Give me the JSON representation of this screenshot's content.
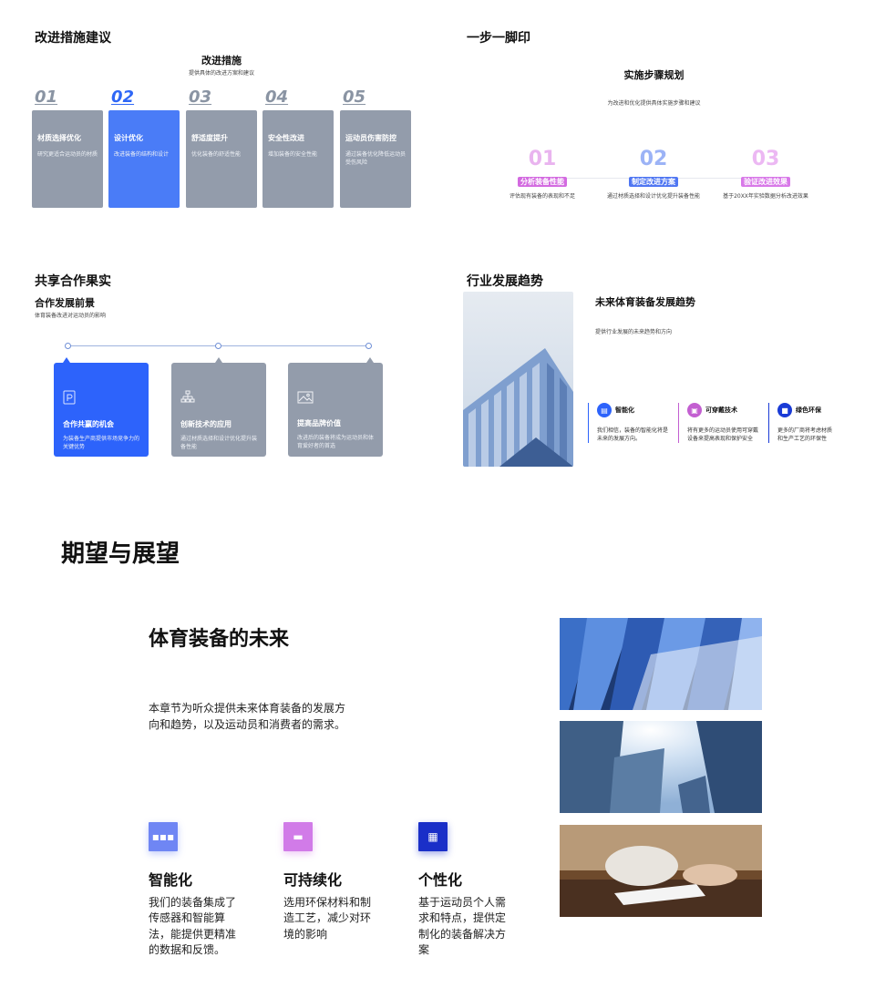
{
  "section1": {
    "title": "改进措施建议",
    "subtitle": "改进措施",
    "caption": "提供具体的改进方案和建议",
    "steps": [
      {
        "num": "01",
        "title": "材质选择优化",
        "desc": "研究更适合运动员的材质"
      },
      {
        "num": "02",
        "title": "设计优化",
        "desc": "改进装备的结构和设计"
      },
      {
        "num": "03",
        "title": "舒适度提升",
        "desc": "优化装备的舒适性能"
      },
      {
        "num": "04",
        "title": "安全性改进",
        "desc": "增加装备的安全性能"
      },
      {
        "num": "05",
        "title": "运动员伤害防控",
        "desc": "通过装备优化降低运动员受伤风险"
      }
    ]
  },
  "section2": {
    "title": "一步一脚印",
    "subtitle": "实施步骤规划",
    "caption": "为改进和优化提供具体实施步骤和建议",
    "steps": [
      {
        "num": "01",
        "label": "分析装备性能",
        "desc": "评估现有装备的表现和不足",
        "color": "#d36ae0"
      },
      {
        "num": "02",
        "label": "制定改进方案",
        "desc": "通过材质选择和设计优化提升装备性能",
        "color": "#4f76f2"
      },
      {
        "num": "03",
        "label": "验证改进效果",
        "desc": "基于20XX年实验数据分析改进效果",
        "color": "#d878e8"
      }
    ]
  },
  "section3": {
    "title": "共享合作果实",
    "subtitle": "合作发展前景",
    "caption": "体育装备改进对运动员的影响",
    "cards": [
      {
        "title": "合作共赢的机会",
        "desc": "为装备生产商提供市场竞争力的关键优势",
        "icon": "document-icon"
      },
      {
        "title": "创新技术的应用",
        "desc": "通过材质选择和设计优化提升装备性能",
        "icon": "hierarchy-icon"
      },
      {
        "title": "提高品牌价值",
        "desc": "改进后的装备将成为运动员和体育爱好者的首选",
        "icon": "image-icon"
      }
    ]
  },
  "section4": {
    "title": "行业发展趋势",
    "subtitle": "未来体育装备发展趋势",
    "caption": "提供行业发展的未来趋势和方向",
    "items": [
      {
        "title": "智能化",
        "desc": "我们相信，装备的智能化将是未来的发展方向。",
        "color": "#2d63fb",
        "icon": "chart-icon"
      },
      {
        "title": "可穿戴技术",
        "desc": "将有更多的运动员使用可穿戴设备来提高表现和保护安全",
        "color": "#c35fd1",
        "icon": "sofa-icon"
      },
      {
        "title": "绿色环保",
        "desc": "更多的厂商将考虑材质和生产工艺的环保性",
        "color": "#1a3bd6",
        "icon": "briefcase-icon"
      }
    ]
  },
  "section5": {
    "title": "期望与展望",
    "subtitle": "体育装备的未来",
    "intro": "本章节为听众提供未来体育装备的发展方向和趋势，以及运动员和消费者的需求。",
    "features": [
      {
        "title": "智能化",
        "desc": "我们的装备集成了传感器和智能算法，能提供更精准的数据和反馈。",
        "color": "#6f86f4",
        "icon": "chat-icon"
      },
      {
        "title": "可持续化",
        "desc": "选用环保材料和制造工艺，减少对环境的影响",
        "color": "#d17be8",
        "icon": "briefcase-icon"
      },
      {
        "title": "个性化",
        "desc": "基于运动员个人需求和特点，提供定制化的装备解决方案",
        "color": "#1a2fc8",
        "icon": "printer-icon"
      }
    ]
  }
}
